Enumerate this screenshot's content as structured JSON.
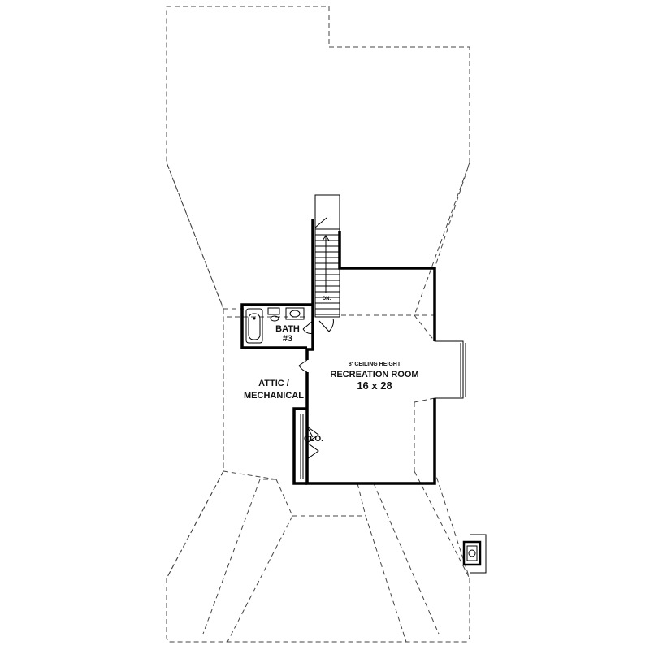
{
  "plan": {
    "rooms": {
      "recreation": {
        "ceiling_note": "8' CEILING HEIGHT",
        "name": "RECREATION ROOM",
        "size": "16 x 28"
      },
      "bath": {
        "line1": "BATH",
        "line2": "#3"
      },
      "attic": {
        "line1": "ATTIC /",
        "line2": "MECHANICAL"
      },
      "closet": {
        "label": "CLO."
      },
      "stair": {
        "label": "DN."
      }
    }
  }
}
